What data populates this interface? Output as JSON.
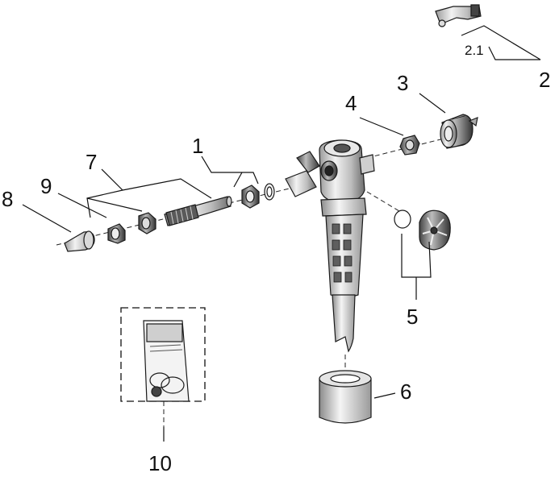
{
  "diagram": {
    "callouts": {
      "c1": "1",
      "c2": "2",
      "c2_1": "2.1",
      "c3": "3",
      "c4": "4",
      "c5": "5",
      "c6": "6",
      "c7": "7",
      "c8": "8",
      "c9": "9",
      "c10": "10"
    }
  }
}
